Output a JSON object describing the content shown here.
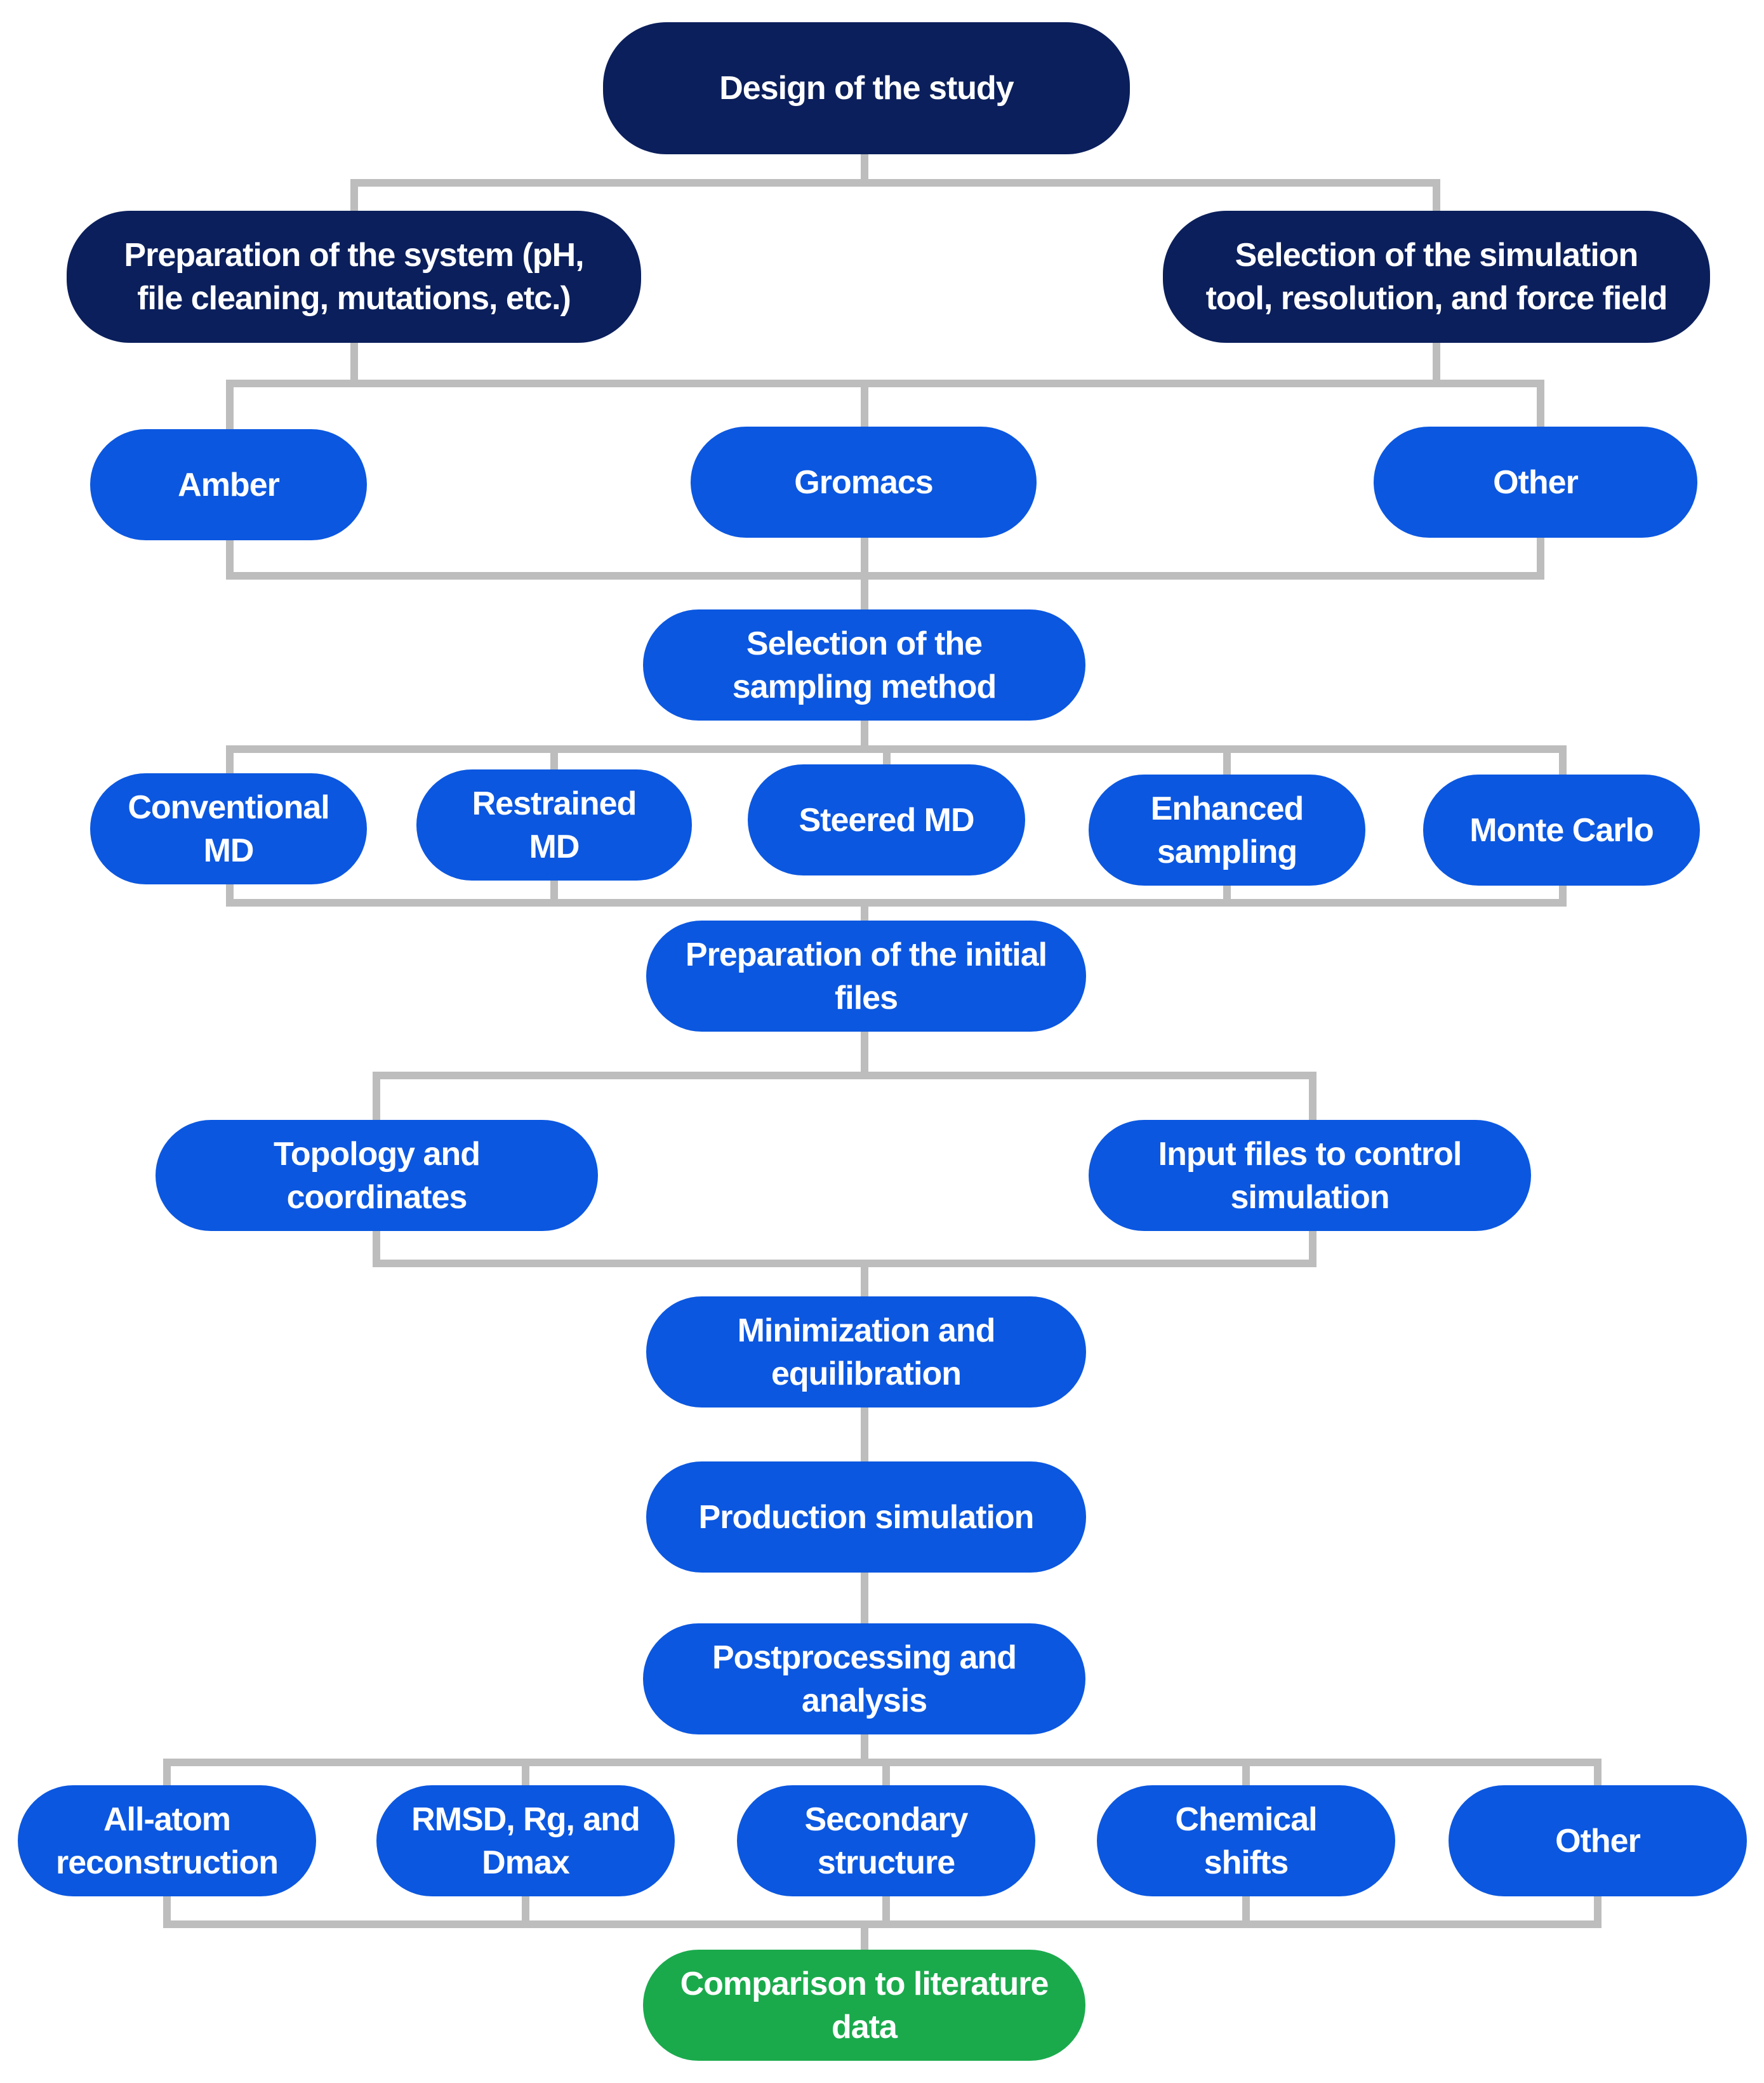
{
  "nodes": {
    "design": "Design of the study",
    "prep_system": "Preparation of the system (pH,\nfile cleaning, mutations, etc.)",
    "sel_tool": "Selection of the simulation\ntool, resolution, and force field",
    "amber": "Amber",
    "gromacs": "Gromacs",
    "other_tool": "Other",
    "sel_sampling": "Selection of the\nsampling method",
    "conv_md": "Conventional\nMD",
    "restr_md": "Restrained\nMD",
    "steered_md": "Steered  MD",
    "enhanced": "Enhanced\nsampling",
    "monte_carlo": "Monte Carlo",
    "prep_initial": "Preparation of the initial\nfiles",
    "topology": "Topology and\ncoordinates",
    "input_files": "Input files to control\nsimulation",
    "minimization": "Minimization and\nequilibration",
    "production": "Production simulation",
    "postproc": "Postprocessing and\nanalysis",
    "all_atom": "All-atom\nreconstruction",
    "rmsd": "RMSD, Rg, and\nDmax",
    "secondary": "Secondary\nstructure",
    "chem_shifts": "Chemical\nshifts",
    "other_analysis": "Other",
    "comparison": "Comparison to literature\ndata"
  },
  "colors": {
    "dark_node": "#0b1f5c",
    "blue_node": "#0b57e0",
    "green_node": "#1aaa4c",
    "connector": "#bdbdbd"
  }
}
